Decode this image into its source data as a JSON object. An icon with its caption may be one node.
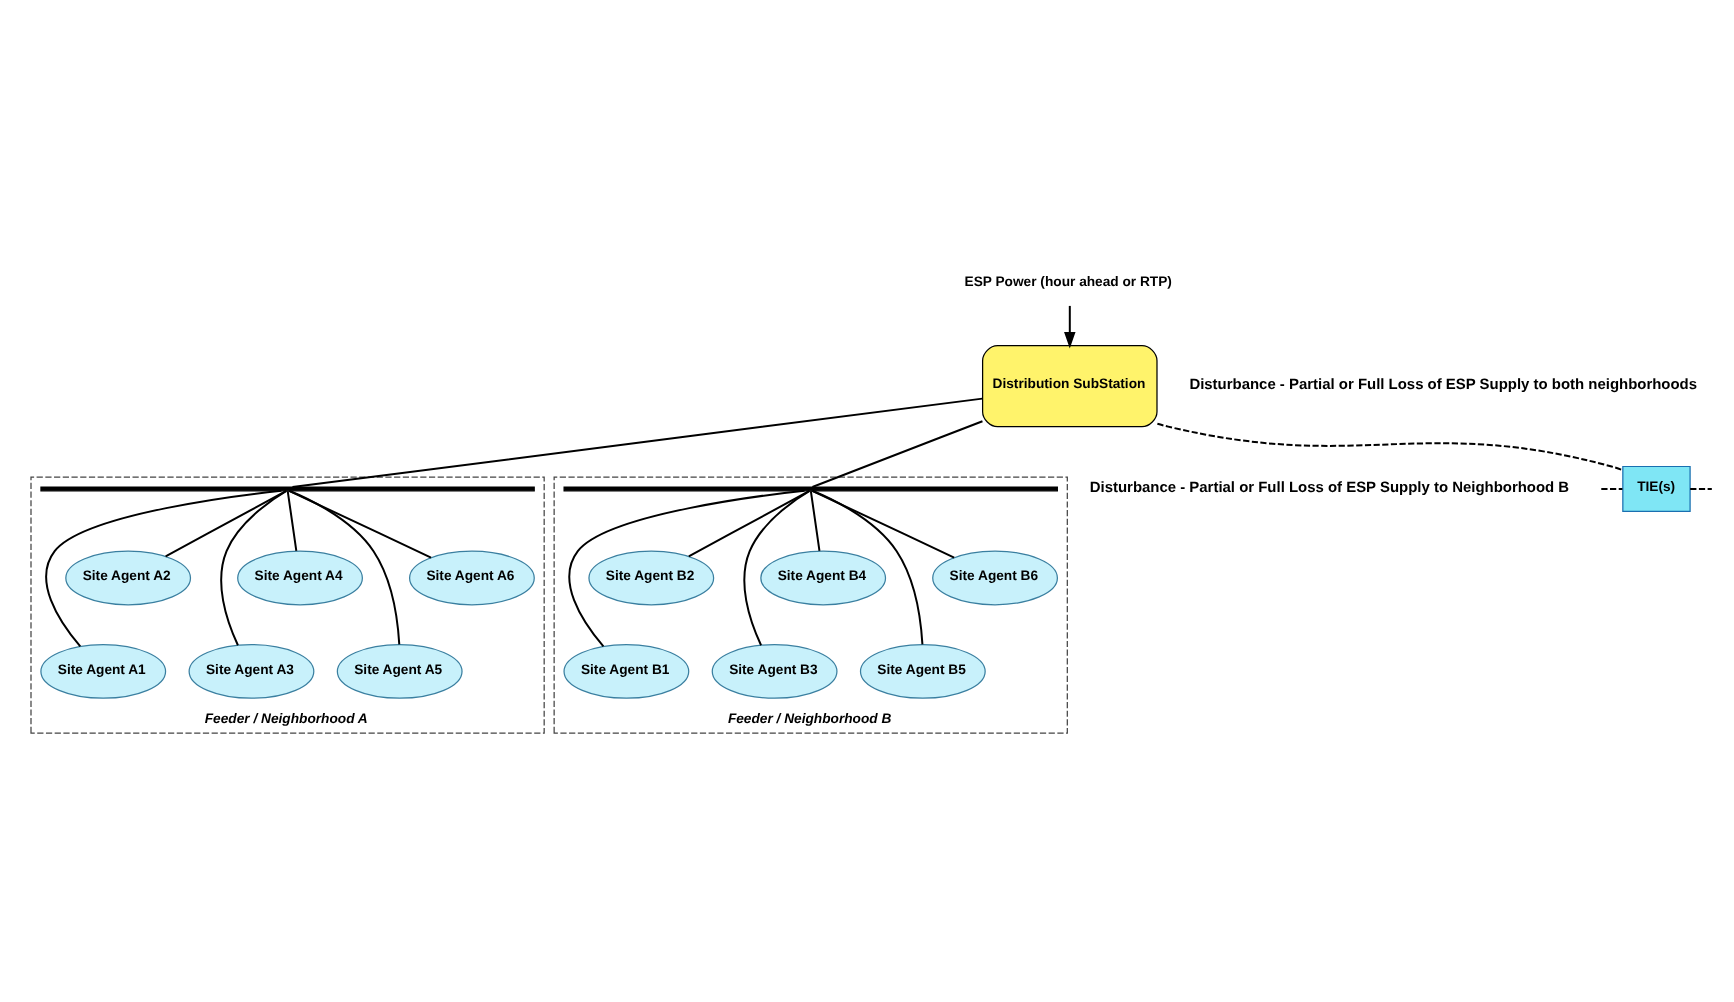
{
  "diagram": {
    "nodes": [
      {
        "text": [
          "ESP Power (hour ahead or RTP)"
        ]
      },
      {
        "text": [
          "Distribution SubStation"
        ]
      },
      {
        "text": [
          "TIE(s)"
        ]
      },
      {
        "text": [
          "Feeder / Neighborhood A"
        ]
      },
      {
        "text": [],
        "shape": "bar",
        "in": 3
      },
      {
        "text": [
          "Site Agent A1"
        ],
        "in": 3
      },
      {
        "text": [
          "Site Agent A2"
        ],
        "in": 3
      },
      {
        "text": [
          "Site Agent A3"
        ],
        "in": 3
      },
      {
        "text": [
          "Site Agent A4"
        ],
        "in": 3
      },
      {
        "text": [
          "Site Agent A5"
        ],
        "in": 3
      },
      {
        "text": [
          "Site Agent A6"
        ],
        "in": 3
      },
      {
        "text": [
          "Feeder / Neighborhood B"
        ]
      },
      {
        "text": [],
        "shape": "bar",
        "in": 11
      },
      {
        "text": [
          "Site Agent B1"
        ],
        "in": 11
      },
      {
        "text": [
          "Site Agent B2"
        ],
        "in": 11
      },
      {
        "text": [
          "Site Agent B3"
        ],
        "in": 11
      },
      {
        "text": [
          "Site Agent B4"
        ],
        "in": 11
      },
      {
        "text": [
          "Site Agent B5"
        ],
        "in": 11
      },
      {
        "text": [
          "Site Agent B6"
        ],
        "in": 11
      }
    ],
    "edges": [
      {
        "from": 0,
        "to": 1,
        "arrow": "to"
      },
      {
        "from": 1,
        "to": 2,
        "arrow": "none",
        "style": "dashed"
      },
      {
        "from": 2,
        "to": null,
        "arrow": "none",
        "style": "dashed"
      },
      {
        "from": 2,
        "to": null,
        "arrow": "none",
        "style": "dashed"
      },
      {
        "from": 1,
        "to": 4,
        "arrow": "none"
      },
      {
        "from": 1,
        "to": 12,
        "arrow": "none"
      },
      {
        "from": 4,
        "to": 5,
        "arrow": "none"
      },
      {
        "from": 4,
        "to": 6,
        "arrow": "none"
      },
      {
        "from": 4,
        "to": 7,
        "arrow": "none"
      },
      {
        "from": 4,
        "to": 8,
        "arrow": "none"
      },
      {
        "from": 4,
        "to": 9,
        "arrow": "none"
      },
      {
        "from": 4,
        "to": 10,
        "arrow": "none"
      },
      {
        "from": 12,
        "to": 13,
        "arrow": "none"
      },
      {
        "from": 12,
        "to": 14,
        "arrow": "none"
      },
      {
        "from": 12,
        "to": 15,
        "arrow": "none"
      },
      {
        "from": 12,
        "to": 16,
        "arrow": "none"
      },
      {
        "from": 12,
        "to": 17,
        "arrow": "none"
      },
      {
        "from": 12,
        "to": 18,
        "arrow": "none"
      }
    ],
    "labels": [
      "Disturbance - Partial or Full Loss of ESP Supply to both neighborhoods",
      "Disturbance - Partial or Full Loss of ESP Supply to Neighborhood B"
    ]
  }
}
